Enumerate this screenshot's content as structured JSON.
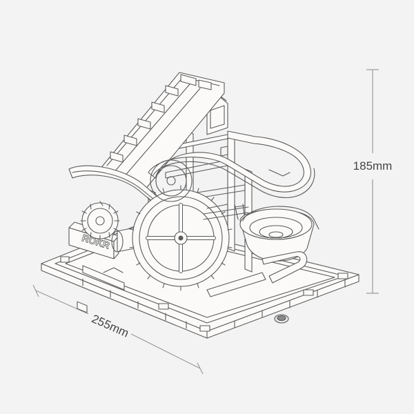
{
  "dimensions": {
    "height_label": "185mm",
    "width_label": "255mm"
  },
  "brand": {
    "plate_text": "ROKR"
  },
  "colors": {
    "background": "#f4f3f3",
    "line": "#5a5a5a",
    "fill": "#fbfaf9",
    "dimension_line": "#9a9a9a",
    "text": "#444444"
  }
}
